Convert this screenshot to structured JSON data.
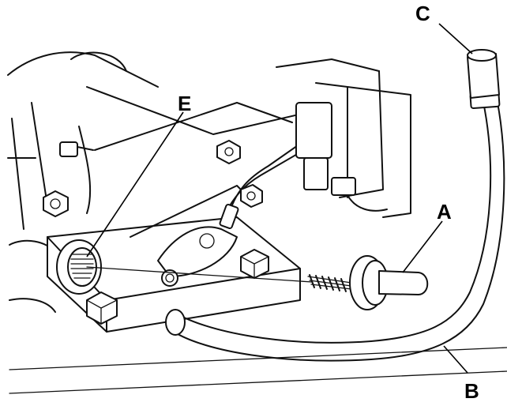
{
  "labels": {
    "a": "A",
    "b": "B",
    "c": "C",
    "e": "E"
  },
  "colors": {
    "line": "#111111",
    "background": "#ffffff"
  }
}
